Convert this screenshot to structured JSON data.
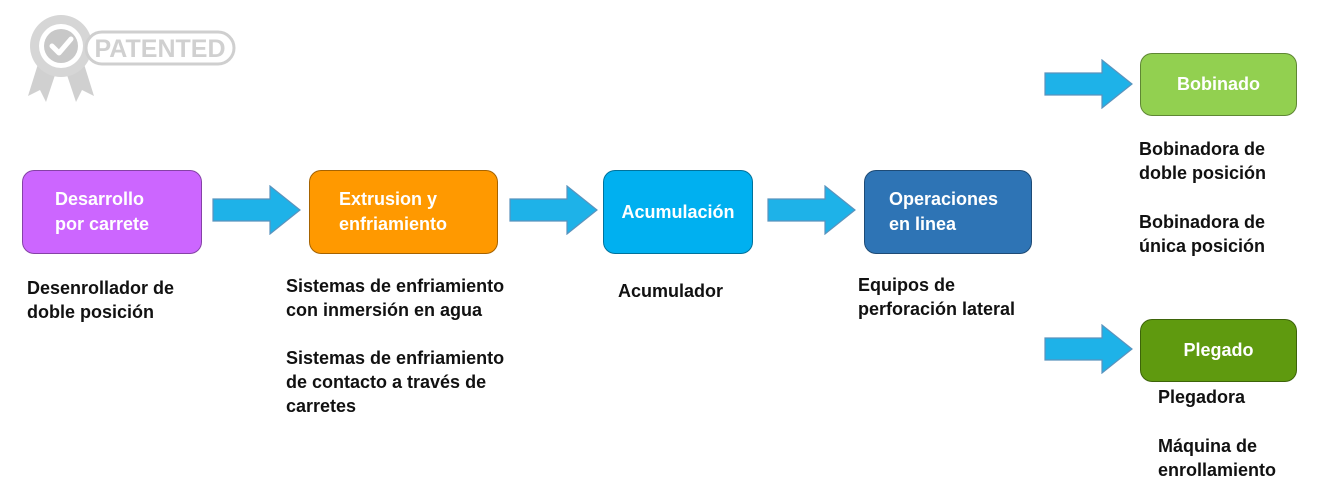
{
  "badge": {
    "label": "PATENTED",
    "icon": "check-seal-icon"
  },
  "colors": {
    "arrow": "#1eb2e8",
    "arrow_border": "#5a93bd",
    "desarrollo": "#cc66ff",
    "extrusion": "#ff9900",
    "acumulacion": "#00b0f0",
    "operaciones": "#2e74b5",
    "bobinado": "#92d050",
    "plegado": "#5f9a0f"
  },
  "stages": {
    "desarrollo": {
      "label": "Desarrollo\npor carrete",
      "desc": [
        "Desenrollador de\ndoble posición"
      ]
    },
    "extrusion": {
      "label": "Extrusion y\nenfriamiento",
      "desc": [
        "Sistemas de enfriamiento\ncon inmersión en agua",
        "Sistemas de enfriamiento\nde contacto a través de\ncarretes"
      ]
    },
    "acumulacion": {
      "label": "Acumulación",
      "desc": [
        "Acumulador"
      ]
    },
    "operaciones": {
      "label": "Operaciones\nen linea",
      "desc": [
        "Equipos de\nperforación lateral"
      ]
    },
    "bobinado": {
      "label": "Bobinado",
      "desc": [
        "Bobinadora de\ndoble posición",
        "Bobinadora de\núnica posición"
      ]
    },
    "plegado": {
      "label": "Plegado",
      "desc": [
        "Plegadora",
        "Máquina de\nenrollamiento"
      ]
    }
  }
}
